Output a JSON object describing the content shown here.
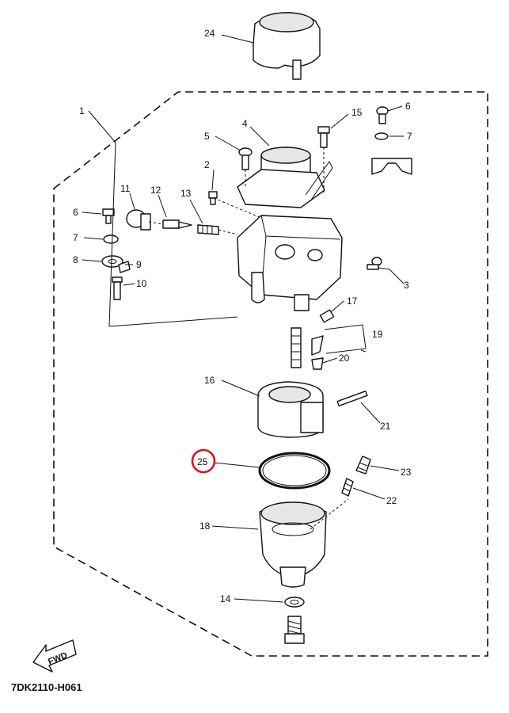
{
  "diagram": {
    "drawing_code": "7DK2110-H061",
    "fwd_label": "FWD",
    "highlighted_callout": "25",
    "highlight_color": "#e0141e",
    "callouts": {
      "c1": "1",
      "c2": "2",
      "c3": "3",
      "c4": "4",
      "c5": "5",
      "c6a": "6",
      "c6b": "6",
      "c7a": "7",
      "c7b": "7",
      "c8": "8",
      "c9": "9",
      "c10": "10",
      "c11": "11",
      "c12": "12",
      "c13": "13",
      "c14": "14",
      "c15": "15",
      "c16": "16",
      "c17": "17",
      "c18": "18",
      "c19": "19",
      "c20": "20",
      "c21": "21",
      "c22": "22",
      "c23": "23",
      "c24": "24",
      "c25": "25"
    }
  }
}
